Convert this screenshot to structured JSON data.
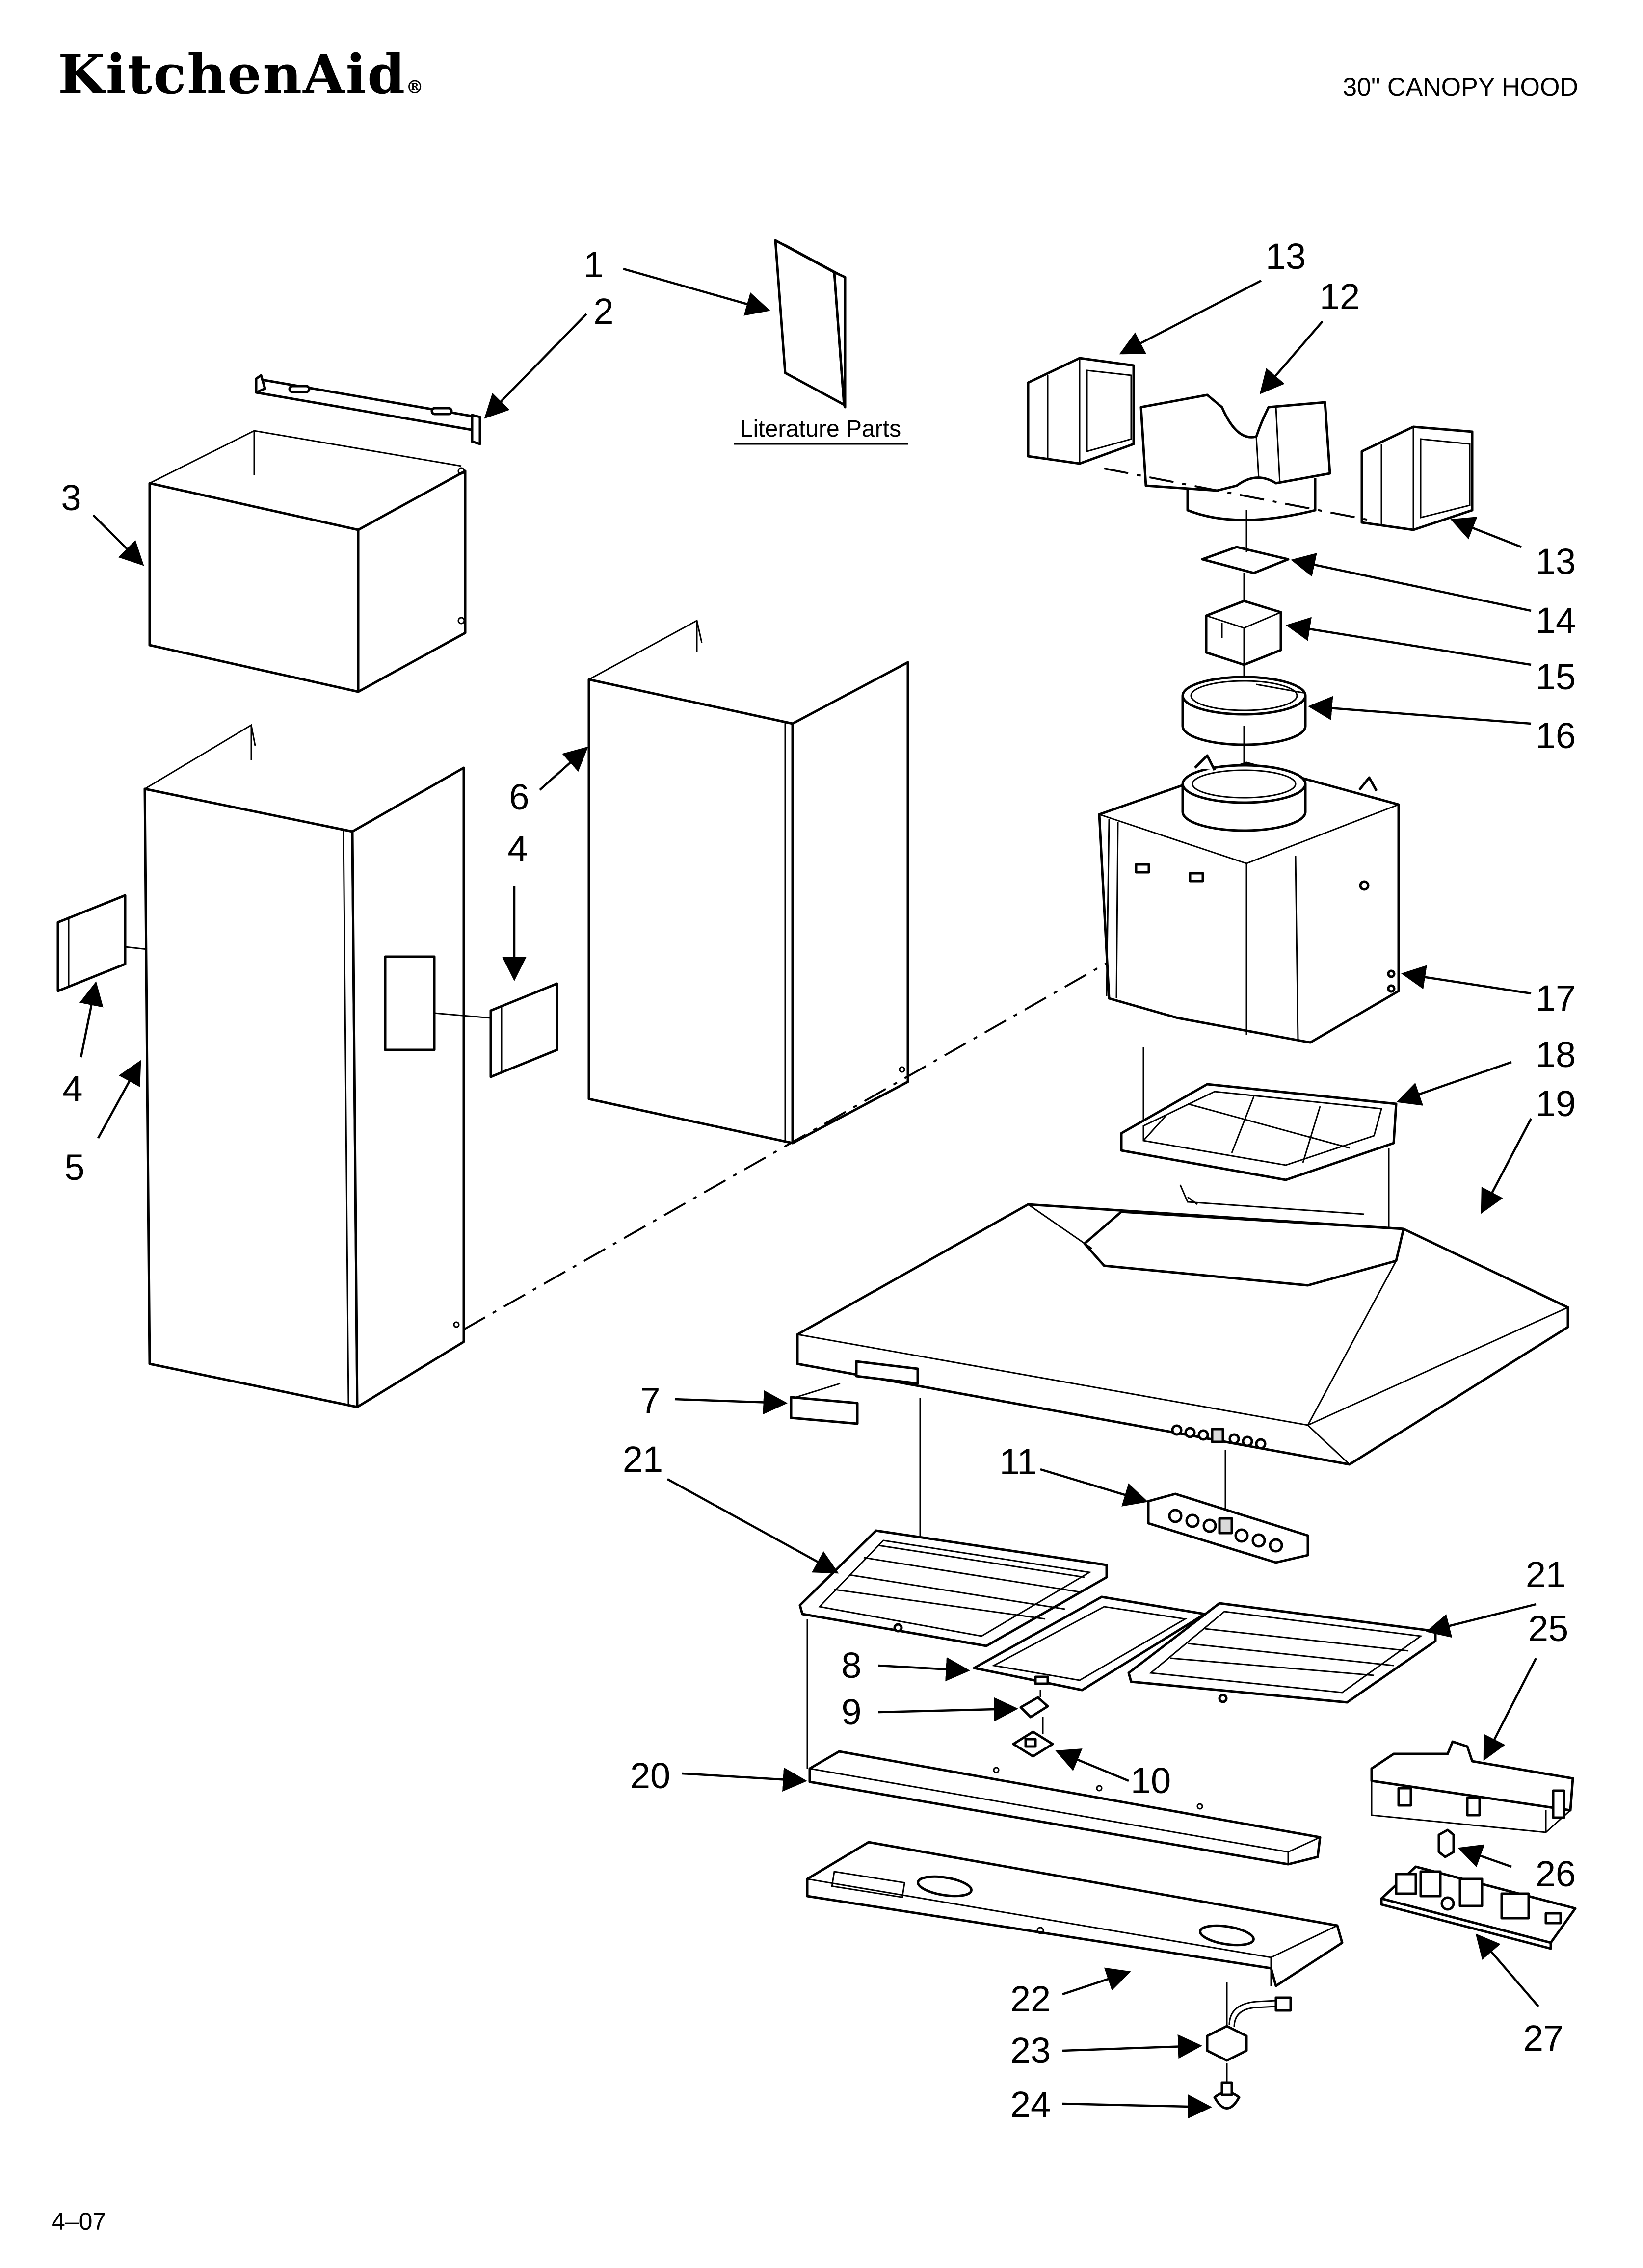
{
  "header": {
    "brand": "KitchenAid",
    "brand_mark": "®",
    "model_title": "30\" CANOPY HOOD"
  },
  "footer": {
    "date_code": "4–07"
  },
  "literature": {
    "label": "Literature Parts"
  },
  "callouts": [
    "1",
    "2",
    "3",
    "4",
    "4",
    "5",
    "6",
    "7",
    "8",
    "9",
    "10",
    "11",
    "12",
    "13",
    "13",
    "14",
    "15",
    "16",
    "17",
    "18",
    "19",
    "20",
    "21",
    "21",
    "22",
    "23",
    "24",
    "25",
    "26",
    "27"
  ]
}
